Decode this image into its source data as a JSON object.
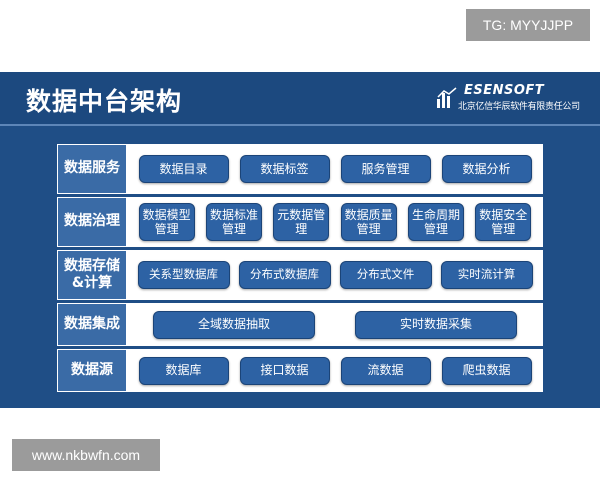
{
  "watermarks": {
    "top": "TG: MYYJJPP",
    "bottom": "www.nkbwfn.com"
  },
  "slide": {
    "title": "数据中台架构",
    "brand": {
      "name": "ESENSOFT",
      "company": "北京亿信华辰软件有限责任公司"
    }
  },
  "layers": [
    {
      "label": "数据服务",
      "items": [
        "数据目录",
        "数据标签",
        "服务管理",
        "数据分析"
      ]
    },
    {
      "label": "数据治理",
      "items": [
        "数据模型管理",
        "数据标准管理",
        "元数据管理",
        "数据质量管理",
        "生命周期管理",
        "数据安全管理"
      ]
    },
    {
      "label": "数据存储&计算",
      "items": [
        "关系型数据库",
        "分布式数据库",
        "分布式文件",
        "实时流计算"
      ]
    },
    {
      "label": "数据集成",
      "items": [
        "全域数据抽取",
        "实时数据采集"
      ]
    },
    {
      "label": "数据源",
      "items": [
        "数据库",
        "接口数据",
        "流数据",
        "爬虫数据"
      ]
    }
  ],
  "colors": {
    "slide_bg": "#1f4e86",
    "chip_bg": "#2d62a4",
    "label_bg": "#3a6ba6"
  }
}
